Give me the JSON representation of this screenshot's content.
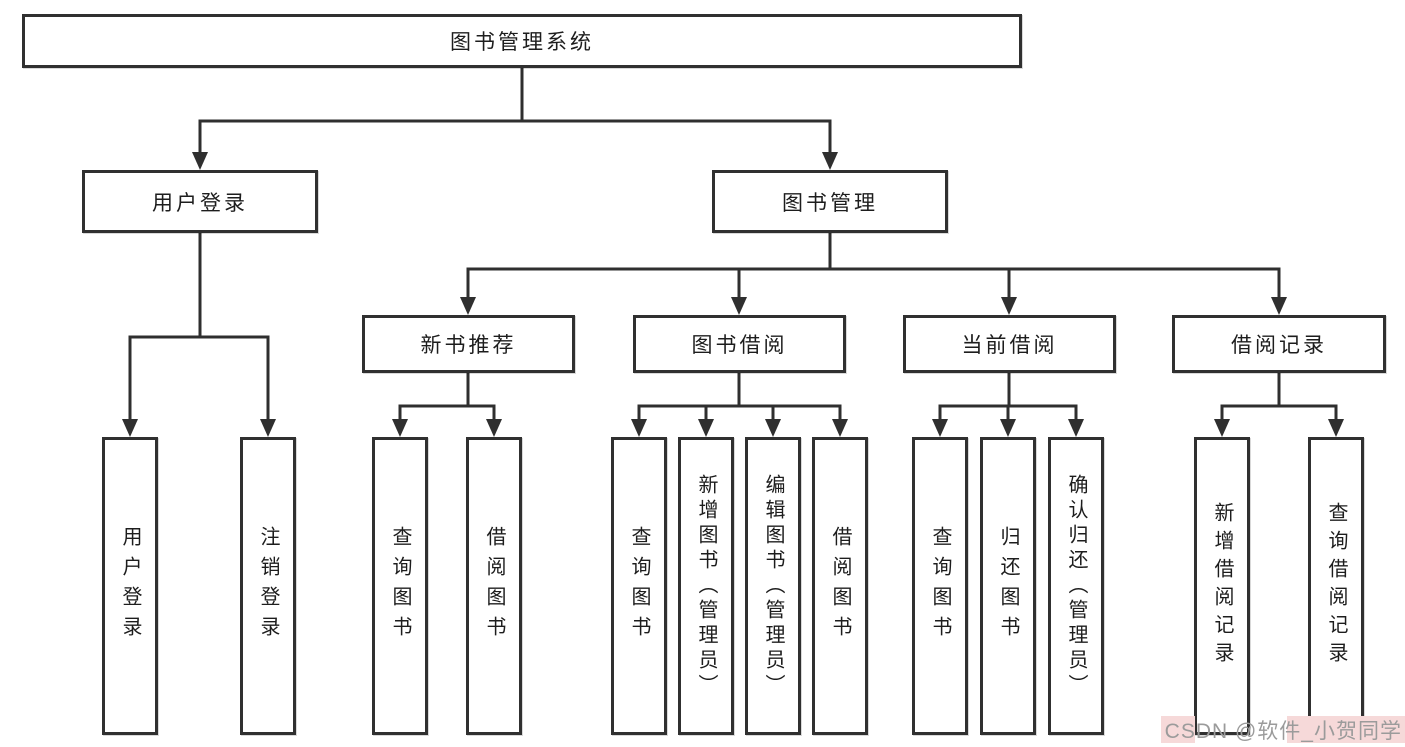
{
  "diagram": {
    "root_label": "图书管理系统",
    "level2": {
      "user_login": "用户登录",
      "book_mgmt": "图书管理"
    },
    "level3": [
      "新书推荐",
      "图书借阅",
      "当前借阅",
      "借阅记录"
    ],
    "leaves_login": [
      "用户登录",
      "注销登录"
    ],
    "leaves_recommend": [
      "查询图书",
      "借阅图书"
    ],
    "leaves_borrow": [
      "查询图书",
      "新增图书（管理员）",
      "编辑图书（管理员）",
      "借阅图书"
    ],
    "leaves_current": [
      "查询图书",
      "归还图书",
      "确认归还（管理员）"
    ],
    "leaves_records": [
      "新增借阅记录",
      "查询借阅记录"
    ]
  },
  "watermark": {
    "text": "CSDN @软件_小贺同学"
  },
  "colors": {
    "line": "#2f2f2f",
    "box_border": "#303030",
    "background": "#ffffff",
    "watermark_text": "#9b9b9b",
    "watermark_highlight": "#f6d9d9"
  }
}
